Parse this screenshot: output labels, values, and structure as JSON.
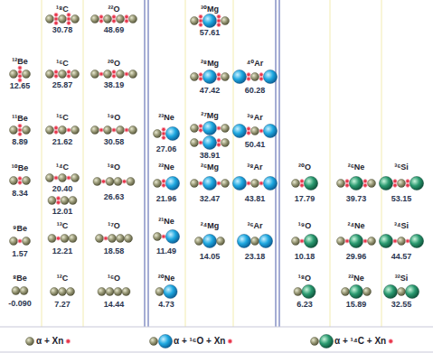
{
  "diagram": {
    "labels": [
      "¹²Be",
      "12.65",
      "¹¹Be",
      "8.89",
      "¹⁰Be",
      "8.34",
      "⁹Be",
      "1.57",
      "⁸Be",
      "-0.090",
      "¹⁸C",
      "30.78",
      "¹⁶C",
      "25.87",
      "¹⁵C",
      "21.62",
      "¹⁴C",
      "20.40",
      "12.01",
      "¹³C",
      "12.21",
      "¹²C",
      "7.27",
      "²²O",
      "48.69",
      "²⁰O",
      "38.19",
      "¹⁹O",
      "30.58",
      "¹⁸O",
      "26.63",
      "¹⁷O",
      "18.58",
      "¹⁶O",
      "14.44",
      "²³Ne",
      "27.06",
      "²²Ne",
      "21.96",
      "²¹Ne",
      "11.49",
      "²⁰Ne",
      "4.73",
      "³⁰Mg",
      "57.61",
      "²⁸Mg",
      "47.42",
      "²⁷Mg",
      "38.91",
      "²⁶Mg",
      "32.47",
      "²⁴Mg",
      "14.05",
      "⁴⁰Ar",
      "60.28",
      "³⁹Ar",
      "50.41",
      "³⁸Ar",
      "43.81",
      "³⁶Ar",
      "23.18",
      "²⁰O",
      "17.79",
      "¹⁹O",
      "10.18",
      "¹⁸O",
      "6.23",
      "²⁶Ne",
      "39.73",
      "²⁴Ne",
      "29.96",
      "²²Ne",
      "15.89",
      "³⁶Si",
      "53.15",
      "³⁴Si",
      "44.57",
      "³²Si",
      "32.55"
    ],
    "legend": [
      {
        "text": "α + Xn"
      },
      {
        "text": "α + ¹⁶O + Xn"
      },
      {
        "text": "α + ¹⁴C + Xn"
      }
    ]
  }
}
